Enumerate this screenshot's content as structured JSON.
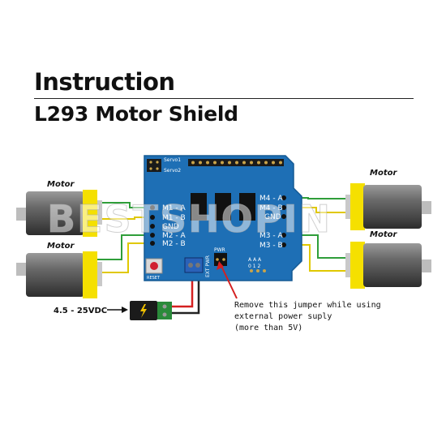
{
  "header": {
    "title": "Instruction",
    "subtitle": "L293 Motor Shield"
  },
  "motors": {
    "label": "Motor"
  },
  "board": {
    "servo1": "Servo1",
    "servo2": "Servo2",
    "left_pins": [
      "M1 - A",
      "M1 - B",
      "GND",
      "M2 - A",
      "M2 - B"
    ],
    "right_pins": [
      "M4 - A",
      "M4 - B",
      "GND",
      "M3 - A",
      "M3 - B"
    ],
    "reset": "RESET",
    "ext_pwr": "EXT PWR",
    "pwr_jumper": "PWR",
    "analog_a": "A  A  A",
    "analog_n": "0  1  2"
  },
  "power": {
    "label": "4.5 - 25VDC"
  },
  "note": {
    "lines": [
      "Remove this jumper while using",
      "external power suply",
      "(more than 5V)"
    ]
  },
  "watermark": "BESTSHOPIN",
  "colors": {
    "board": "#1e6fb5",
    "motor_yellow": "#f5e000",
    "wire_green": "#2f9e3a",
    "wire_yellow": "#e0c800",
    "wire_red": "#d42020"
  }
}
